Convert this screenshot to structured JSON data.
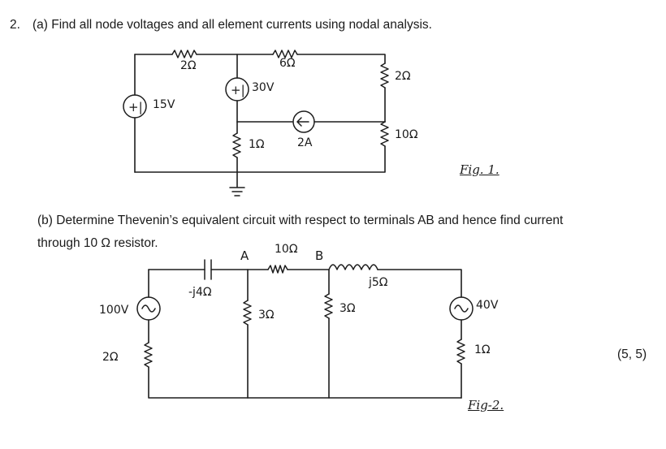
{
  "question": {
    "number": "2.",
    "part_a": "(a) Find all node voltages and all element currents using nodal analysis.",
    "part_b_line1": "(b) Determine Thevenin’s equivalent circuit with respect to terminals AB and hence find current",
    "part_b_line2": "through 10 Ω resistor.",
    "marks": "(5, 5)"
  },
  "figure1": {
    "caption": "Fig. 1.",
    "labels": {
      "r_top_left": "2Ω",
      "r_top_mid": "6Ω",
      "r_right_top": "2Ω",
      "r_right_bottom": "10Ω",
      "r_mid": "1Ω",
      "v_source_left": "15V",
      "v_source_mid": "30V",
      "i_source": "2A"
    }
  },
  "figure2": {
    "caption": "Fig-2.",
    "labels": {
      "node_a": "A",
      "node_b": "B",
      "r_ab": "10Ω",
      "inductor": "j5Ω",
      "capacitor": "-j4Ω",
      "r_a_down": "3Ω",
      "r_b_down": "3Ω",
      "v_left": "100V",
      "r_left": "2Ω",
      "v_right": "40V",
      "r_right": "1Ω"
    }
  }
}
